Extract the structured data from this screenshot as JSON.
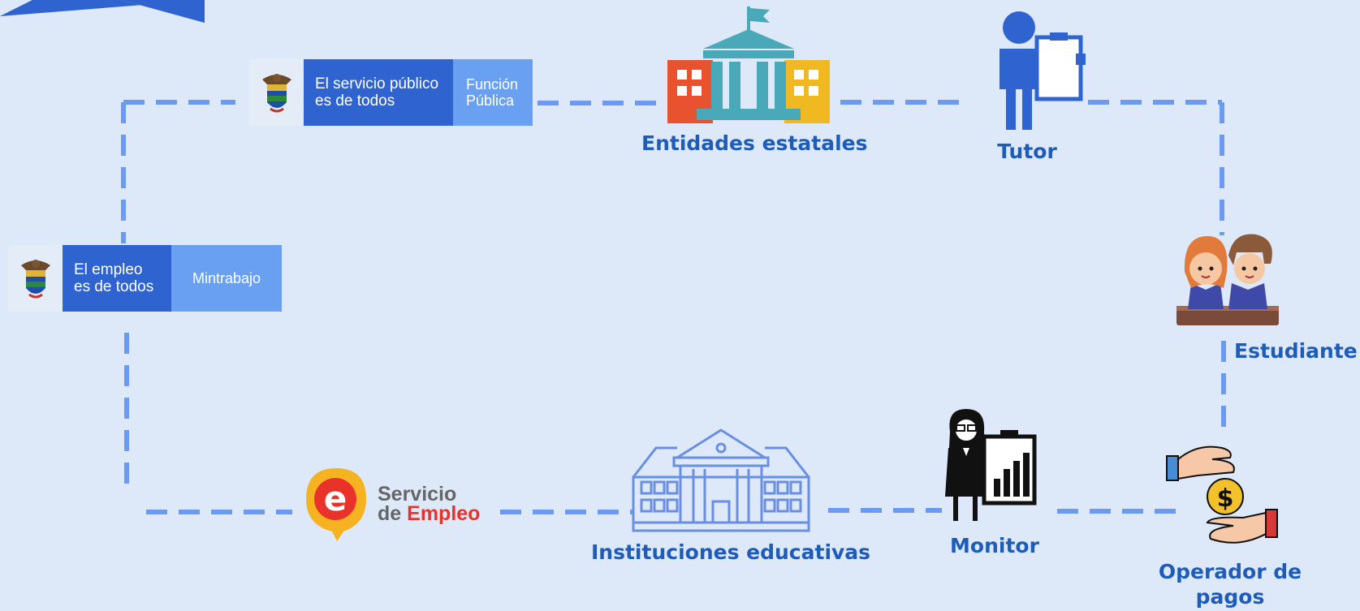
{
  "banners": {
    "funcion_publica": {
      "line1": "El servicio público",
      "line2": "es de todos",
      "dept1": "Función",
      "dept2": "Pública"
    },
    "mintrabajo": {
      "line1": "El empleo",
      "line2": "es de todos",
      "dept": "Mintrabajo"
    }
  },
  "servicio_empleo": {
    "line1": "Servicio",
    "de": "de",
    "empleo": "Empleo"
  },
  "nodes": {
    "entidades": "Entidades estatales",
    "tutor": "Tutor",
    "estudiante": "Estudiante",
    "instituciones": "Instituciones educativas",
    "monitor": "Monitor",
    "operador_1": "Operador de",
    "operador_2": "pagos"
  },
  "colors": {
    "background": "#dde9f9",
    "connector": "#6a9af2",
    "label": "#1f5cb8",
    "accent": "#2f63cf"
  }
}
